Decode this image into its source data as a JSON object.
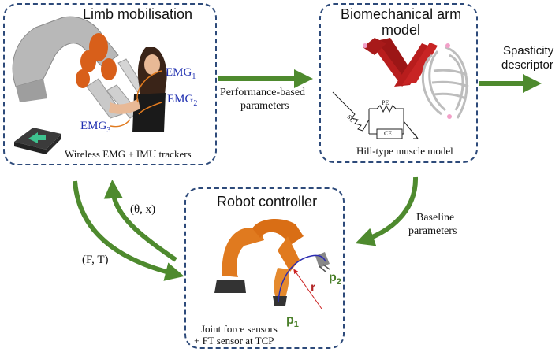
{
  "limb": {
    "title": "Limb mobilisation",
    "emg1": "EMG",
    "emg1_sub": "1",
    "emg2": "EMG",
    "emg2_sub": "2",
    "emg3": "EMG",
    "emg3_sub": "3",
    "caption": "Wireless EMG + IMU trackers"
  },
  "arm_model": {
    "title_line1": "Biomechanical arm",
    "title_line2": "model",
    "pe": "PE",
    "ce": "CE",
    "se": "SE",
    "caption": "Hill-type muscle model"
  },
  "spasticity": {
    "line1": "Spasticity",
    "line2": "descriptor"
  },
  "performance": {
    "line1": "Performance-based",
    "line2": "parameters"
  },
  "robot": {
    "title": "Robot controller",
    "p1": "p",
    "p1_sub": "1",
    "p2": "p",
    "p2_sub": "2",
    "r": "r",
    "caption_line1": "Joint force sensors",
    "caption_line2": "+ FT sensor at TCP"
  },
  "baseline": {
    "line1": "Baseline",
    "line2": "parameters"
  },
  "theta_x": "(θ, x)",
  "f_t": "(F, T)",
  "colors": {
    "arrow": "#4e8a2e",
    "box_border": "#2d4a7a",
    "robot_orange": "#e07a1f",
    "muscle_red": "#b81d1d",
    "emg_blue": "#1f2fb0"
  }
}
